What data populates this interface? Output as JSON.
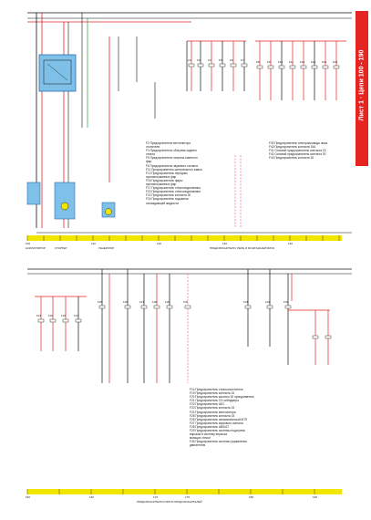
{
  "side_tab": {
    "text": "Лист 1 · Цепи 100 - 190",
    "color": "#e52521"
  },
  "colors": {
    "red": "#e52521",
    "black": "#111111",
    "yellow": "#f2e600",
    "blue": "#2a6fb3",
    "green": "#2e9a45",
    "pink": "#e86a8a"
  },
  "top_scale": {
    "numbers": [
      "100",
      "",
      "110",
      "",
      "120",
      "",
      "130",
      "",
      "140"
    ],
    "labels": [
      "АККУМУЛЯТОР",
      "СТАРТЕР",
      "ГЕНЕРАТОР",
      "ПРЕДОХРАНИТЕЛИ, РЕЛЕ И МОНТАЖНЫЙ БЛОК"
    ]
  },
  "bottom_scale": {
    "numbers": [
      "150",
      "",
      "160",
      "",
      "170",
      "175",
      "",
      "180",
      "",
      "190"
    ],
    "labels": [
      "ПРЕДОХРАНИТЕЛИ И БЛОК ПРЕДОХРАНИТЕЛЕЙ"
    ]
  },
  "top_fuses": [
    "F2",
    "F3",
    "F4",
    "F5",
    "F6",
    "F7",
    "F8",
    "F9",
    "F10",
    "F11",
    "F12",
    "F13",
    "F14",
    "F15"
  ],
  "bottom_fuses": [
    "F21",
    "F22",
    "F23",
    "F24",
    "F25",
    "F26",
    "F27",
    "F28",
    "F29",
    "F30",
    "F31",
    "F32",
    "F33"
  ],
  "legend_top_left": [
    "F2   Предохранитель вентилятора",
    "       отопителя",
    "F3   Предохранитель обогрева заднего",
    "       стекла",
    "F5   Предохранитель патрона сменного",
    "       фар",
    "F6   Предохранитель звукового сигнала",
    "F11  Предохранитель центрального замка",
    "F12  Предохранитель передних",
    "       противотуманных фар",
    "F16  Предохранитель фары",
    "       противотуманных фар",
    "F17  Предохранитель стеклоподъемника",
    "F20  Предохранитель стеклоподъемника",
    "F22  Предохранитель контакта 30",
    "F24  Предохранитель подсветки",
    "       охлаждающей жидкости"
  ],
  "legend_top_right": [
    "F30  Предохранитель электропривода люка",
    "F40  Предохранитель контакта 15А",
    "F41  Силовой предохранитель контакта 15",
    "F42  Силовой предохранитель контакта 30",
    "F43  Предохранитель контакта 30"
  ],
  "legend_bottom": [
    "F14  Предохранитель стеклоочистителя",
    "F19  Предохранитель контакта 15",
    "F20  Предохранитель кассеты 30 прикуриватель",
    "F21  Предохранитель CD-чейнджера",
    "F22  Предохранитель АБС",
    "F23  Предохранитель контакта 15",
    "F24  Предохранитель вентилятора",
    "F25  Предохранитель контакта 15",
    "F26  Предохранитель автоматической КПП",
    "F27  Предохранитель звукового сигнала",
    "F28  Предохранитель ABS/AT",
    "F29  Предохранитель системы подогрева",
    "       впрыска в систему впрыска",
    "       моющих стекол",
    "F45  Предохранитель системы управления",
    "       двигателем"
  ]
}
